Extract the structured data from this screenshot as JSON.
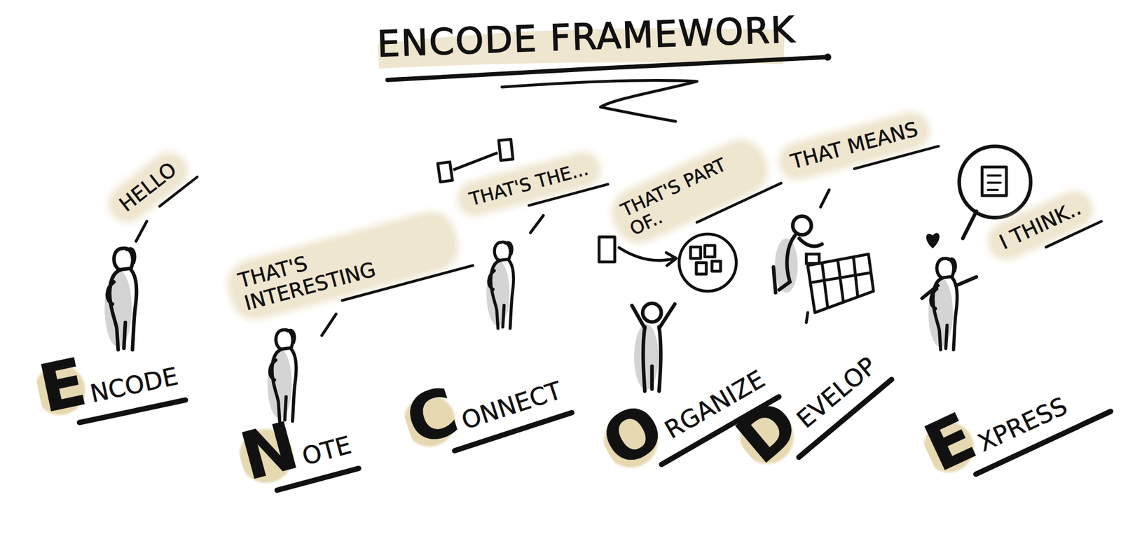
{
  "diagram": {
    "title": "ENCODE FRAMEWORK",
    "labels": [
      "HELLO",
      "ENCODE",
      "THAT'S INTERESTING",
      "NOTE",
      "THAT'S THE...",
      "CONNECT",
      "THAT'S PART OF..",
      "ORGANIZE",
      "THAT MEANS",
      "DEVELOP",
      "I THINK..",
      "EXPRESS"
    ]
  }
}
